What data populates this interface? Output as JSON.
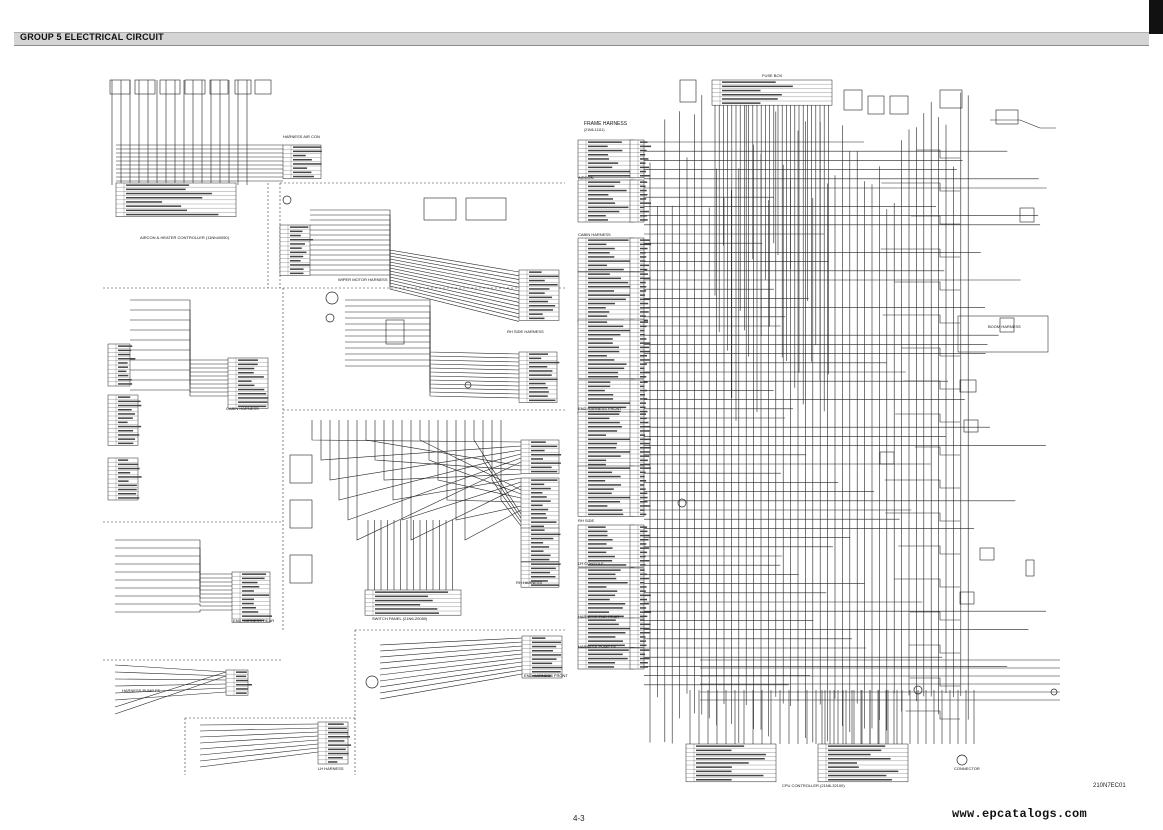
{
  "header": {
    "title": "GROUP 5 ELECTRICAL CIRCUIT"
  },
  "labels": {
    "fuse_box": "FUSE BOX",
    "harness_aircon": "HARNESS AIR CON",
    "aircon_controller": "AIRCON & HEATER CONTROLLER (11Nh40050)",
    "wiper_motor_harness": "WIPER MOTOR HARNESS",
    "rh_side_harness": "RH SIDE HARNESS",
    "cabin_harness": "CABIN HARNESS",
    "switch_panel": "SWITCH PANEL (21N6-20050)",
    "rh_harness": "RH HARNESS",
    "end_harness_rear": "END HARNESS REAR",
    "harness_pump_fe": "HARNESS PUMP FE",
    "lh_harness": "LH HARNESS",
    "end_harness_front_left": "END HARNESS FRONT",
    "frame_harness": "FRAME HARNESS",
    "frame_harness_code": "(21N6-11111)",
    "aircon": "AIRCON",
    "cabin_harness_right": "CABIN HARNESS",
    "end_harness_front": "END HARNESS FRONT",
    "rh_side": "RH SIDE",
    "lh_console": "LH CONSOLE",
    "harness_end_rear": "HARNESS END REAR",
    "harness_pump_fe_right": "HARNESS PUMP FE",
    "boom_harness": "BOOM HARNESS",
    "cpu_controller": "CPU CONTROLLER (21N6-32100)",
    "connector": "CONNECTOR"
  },
  "footer": {
    "drawing_id": "210N7EC01",
    "page_number": "4-3",
    "watermark": "www.epcatalogs.com"
  }
}
